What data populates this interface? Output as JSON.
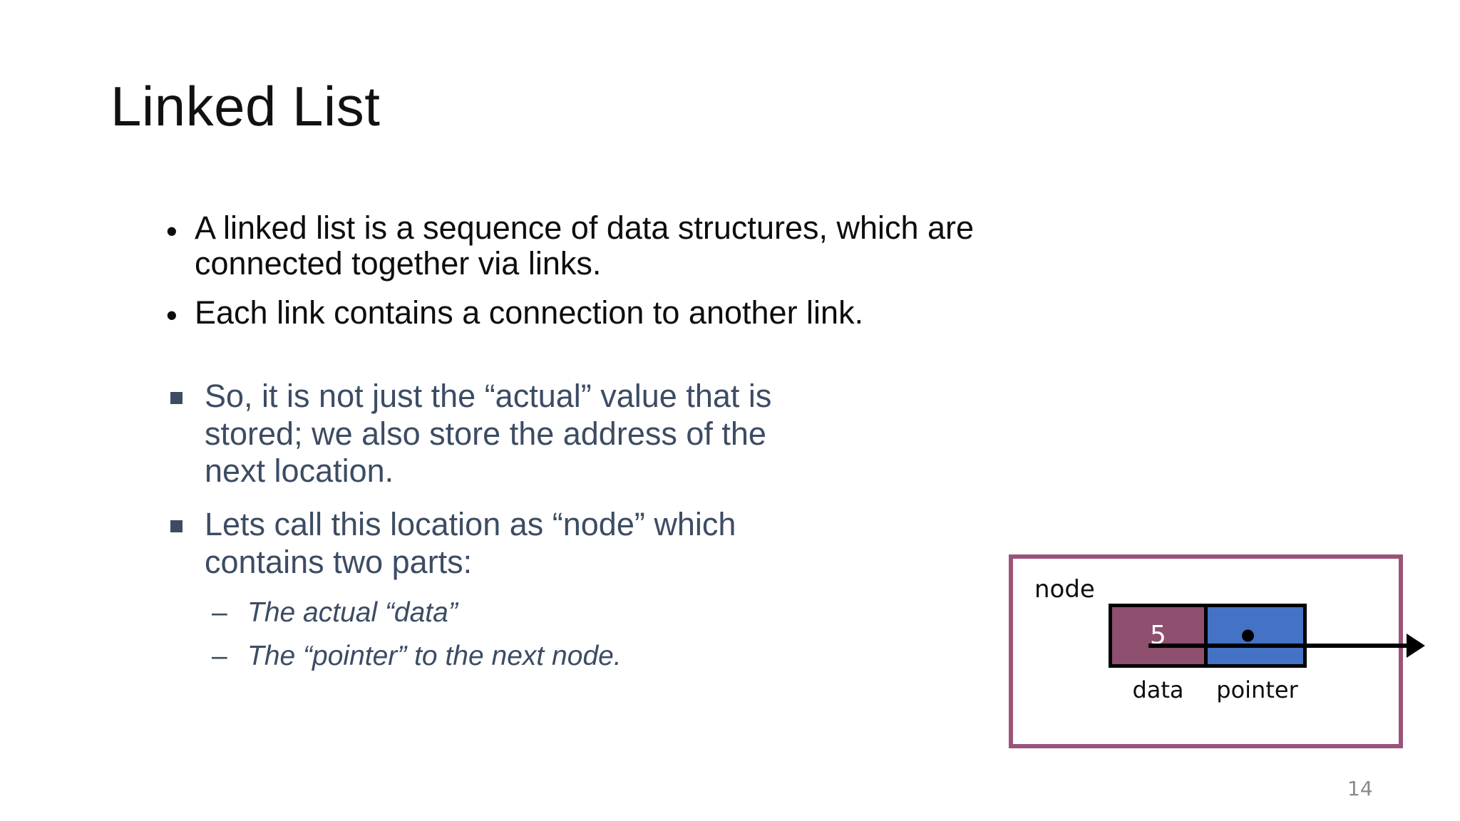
{
  "slide": {
    "title": "Linked List",
    "page_number": "14",
    "colors": {
      "title_text": "#111111",
      "level1_text": "#0d0d0d",
      "level2_text": "#3c4c63",
      "level3_text": "#3c4c63",
      "diagram_border": "#9b5479",
      "data_cell_fill": "#8f4f6e",
      "pointer_cell_fill": "#4472c4",
      "cell_outline": "#000000",
      "page_number_text": "#8a8a8a",
      "background": "#ffffff"
    }
  },
  "bullets_level1": [
    {
      "text": "A linked list is a sequence of data structures, which are connected together via links."
    },
    {
      "text": "Each link contains a connection to another link."
    }
  ],
  "bullets_level2": [
    {
      "text": "So, it is not just the “actual” value that is stored; we also store the address of the next location."
    },
    {
      "text": "Lets call this location as “node” which contains two parts:"
    }
  ],
  "bullets_level3": [
    {
      "dash": "–",
      "text": "The actual “data”"
    },
    {
      "dash": "–",
      "text": "The “pointer” to the next node."
    }
  ],
  "diagram": {
    "outer_label": "node",
    "data_value": "5",
    "captions": {
      "data": "data",
      "pointer": "pointer"
    }
  }
}
